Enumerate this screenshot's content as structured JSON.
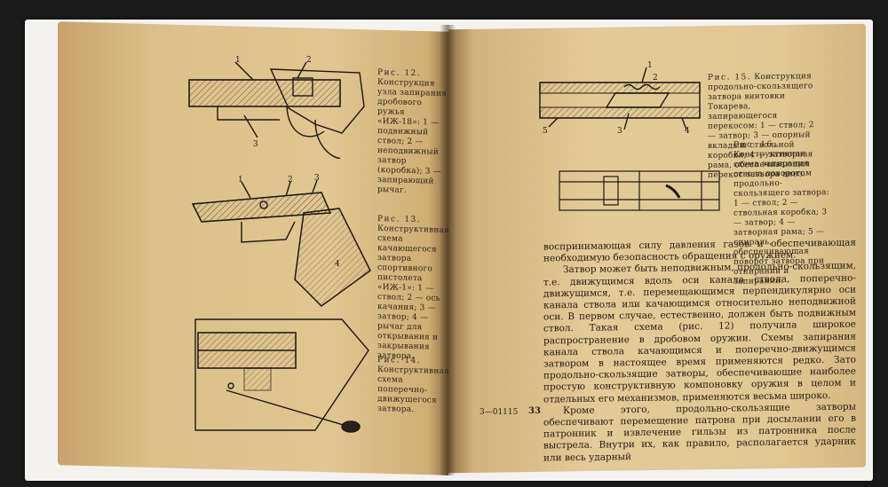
{
  "left_page": {
    "captions": [
      {
        "label": "Рис. 12.",
        "text": "Конструкция узла запирания дробового ружья «ИЖ-18»: 1 — подвижный ствол; 2 — неподвижный затвор (коробка); 3 — запирающий рычаг."
      },
      {
        "label": "Рис. 13.",
        "text": "Конструктивная схема качающегося затвора спортивного пистолета «ИЖ-1»: 1 — ствол; 2 — ось качания; 3 — затвор; 4 — рычаг для открывания и закрывания затвора."
      },
      {
        "label": "Рис. 14.",
        "text": "Конструктивная схема поперечно-движущегося затвора."
      }
    ],
    "fig12_callouts": [
      "1",
      "2",
      "3"
    ],
    "fig13_callouts": [
      "1",
      "2",
      "3",
      "4"
    ]
  },
  "right_page": {
    "captions": [
      {
        "label": "Рис. 15.",
        "text": "Конструкция продольно-скользящего затвора винтовки Токарева, запирающегося перекосом: 1 — ствол; 2 — затвор; 3 — опорный вкладыш ствольной коробки; 4 — затворная рама, обеспечивающая перекос затвора вниз."
      },
      {
        "label": "Рис. 16.",
        "text": "Конструктивная схема запирания ствола поворотом продольно-скользящего затвора: 1 — ствол; 2 — ствольная коробка; 3 — затвор; 4 — затворная рама; 5 — спираль, обеспечивающая поворот затвора при отпирании и запирании."
      }
    ],
    "fig15_callouts": [
      "1",
      "2",
      "3",
      "4",
      "5"
    ],
    "body_paragraphs": [
      {
        "indent": false,
        "text": "воспринимающая силу давления газов и обеспечивающая необходимую безопасность обращения с оружием."
      },
      {
        "indent": true,
        "text": "Затвор может быть неподвижным, продольно-скользящим, т.е. движущимся вдоль оси канала ствола, поперечно-движущимся, т.е. перемещающимся перпендикулярно оси канала ствола или качающимся относительно неподвижной оси. В первом случае, естественно, должен быть подвижным ствол. Такая схема (рис. 12) получила широкое распространение в дробовом оружии. Схемы запирания канала ствола качающимся и поперечно-движущимся затвором в настоящее время применяются редко. Зато продольно-скользящие затворы, обеспечивающие наиболее простую конструктивную компоновку оружия в целом и отдельных его механизмов, применяются весьма широко."
      },
      {
        "indent": true,
        "text": "Кроме этого, продольно-скользящие затворы обеспечивают перемещение патрона при досылании его в патронник и извлечение гильзы из патронника после выстрела. Внутри их, как правило, располагается ударник или весь ударный"
      }
    ],
    "signature": "3—01115",
    "page_number": "33"
  }
}
